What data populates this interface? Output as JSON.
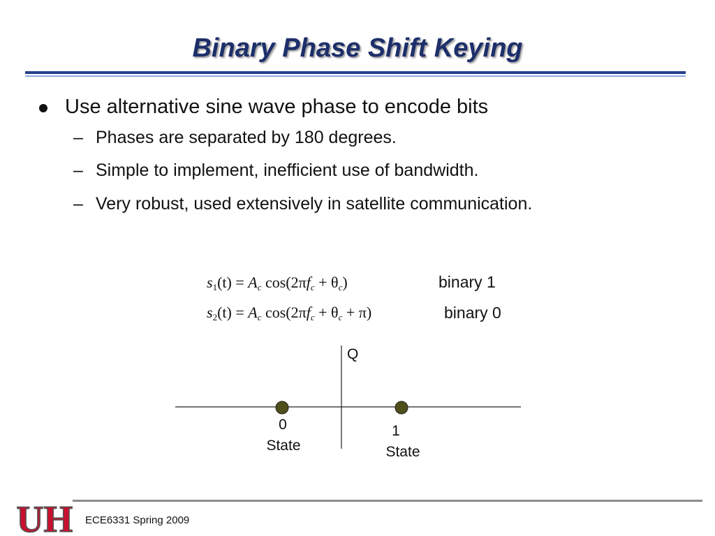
{
  "slide": {
    "title": "Binary Phase Shift Keying",
    "bullet": "Use alternative sine wave phase to encode bits",
    "sub_bullets": [
      {
        "dash": "–",
        "text": "Phases are separated by 180 degrees."
      },
      {
        "dash": "–",
        "text": "Simple to implement, inefficient use of bandwidth."
      },
      {
        "dash": "–",
        "text": "Very robust, used extensively in satellite communication."
      }
    ]
  },
  "equations": [
    {
      "s": "s",
      "s_sub": "1",
      "t": "(t) = ",
      "A": "A",
      "A_sub": "c",
      "cos": " cos(2π",
      "f": "f",
      "f_sub": "c",
      "plus": " + θ",
      "theta_sub": "c",
      "tail": ")",
      "label": "binary 1"
    },
    {
      "s": "s",
      "s_sub": "2",
      "t": "(t) = ",
      "A": "A",
      "A_sub": "c",
      "cos": " cos(2π",
      "f": "f",
      "f_sub": "c",
      "plus": " + θ",
      "theta_sub": "c",
      "tail": " + π)",
      "label": "binary 0"
    }
  ],
  "diagram": {
    "axis_label": "Q",
    "points": [
      {
        "value": "0",
        "label": "State"
      },
      {
        "value": "1",
        "label": "State"
      }
    ],
    "point_color": "#4f4f1c"
  },
  "footer": {
    "text": "ECE6331 Spring 2009",
    "logo_letters": "UH",
    "logo_color": "#c8102e"
  }
}
